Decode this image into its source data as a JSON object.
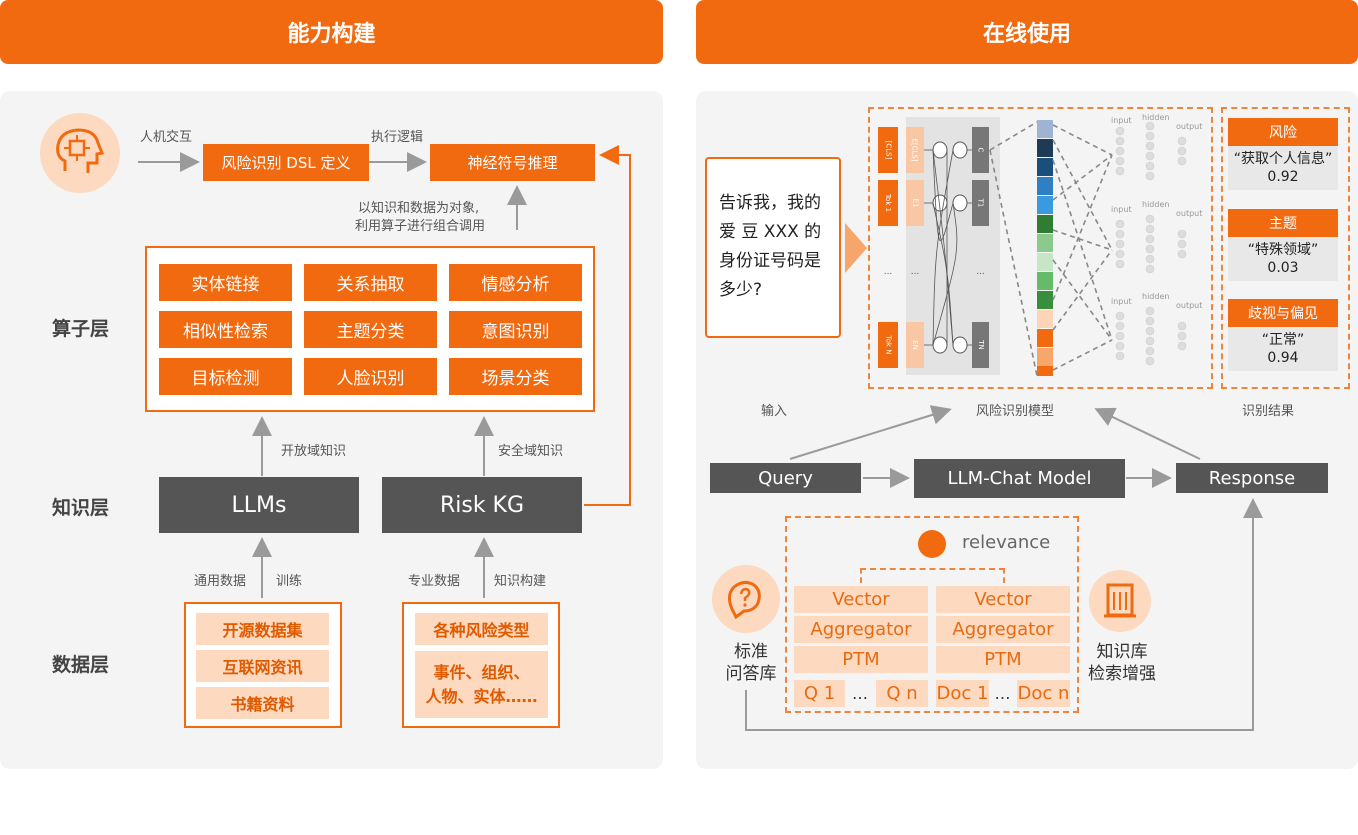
{
  "left": {
    "header": "能力构建",
    "top_flow": {
      "label_human": "人机交互",
      "box_dsl": "风险识别 DSL 定义",
      "label_exec": "执行逻辑",
      "box_neuro": "神经符号推理",
      "note_line1": "以知识和数据为对象,",
      "note_line2": "利用算子进行组合调用"
    },
    "layers": {
      "operator": "算子层",
      "knowledge": "知识层",
      "data": "数据层"
    },
    "operators": [
      "实体链接",
      "关系抽取",
      "情感分析",
      "相似性检索",
      "主题分类",
      "意图识别",
      "目标检测",
      "人脸识别",
      "场景分类"
    ],
    "knowledge": {
      "llms": "LLMs",
      "riskkg": "Risk KG",
      "open_domain": "开放域知识",
      "safe_domain": "安全域知识"
    },
    "data": {
      "general_data": "通用数据",
      "train": "训练",
      "pro_data": "专业数据",
      "kg_build": "知识构建",
      "left_items": [
        "开源数据集",
        "互联网资讯",
        "书籍资料"
      ],
      "right_item1": "各种风险类型",
      "right_item2_line1": "事件、组织、",
      "right_item2_line2": "人物、实体……"
    }
  },
  "right": {
    "header": "在线使用",
    "input_text": [
      "告诉我，我的",
      "爱 豆 XXX 的",
      "身份证号码是",
      "多少?"
    ],
    "label_input": "输入",
    "label_model": "风险识别模型",
    "label_result": "识别结果",
    "bert_tokens": [
      "[CLS]",
      "Tok 1",
      "...",
      "Tok N"
    ],
    "bert_emb": [
      "E[CLS]",
      "E1",
      "...",
      "EN"
    ],
    "bert_out": [
      "C",
      "T1",
      "...",
      "TN"
    ],
    "nn_labels": {
      "input": "input",
      "hidden": "hidden",
      "output": "output"
    },
    "results": [
      {
        "title": "风险",
        "value": "“获取个人信息”",
        "score": "0.92"
      },
      {
        "title": "主题",
        "value": "“特殊领域”",
        "score": "0.03"
      },
      {
        "title": "歧视与偏见",
        "value": "“正常”",
        "score": "0.94"
      }
    ],
    "pipeline": {
      "query": "Query",
      "model": "LLM-Chat Model",
      "response": "Response"
    },
    "relevance": "relevance",
    "rag_left": [
      "Vector",
      "Aggregator",
      "PTM"
    ],
    "rag_right": [
      "Vector",
      "Aggregator",
      "PTM"
    ],
    "q_items": [
      "Q 1",
      "…",
      "Q n"
    ],
    "doc_items": [
      "Doc 1",
      "…",
      "Doc n"
    ],
    "faq_line1": "标准",
    "faq_line2": "问答库",
    "kb_line1": "知识库",
    "kb_line2": "检索增强"
  },
  "colors": {
    "accent": "#f26a10",
    "dark": "#555555",
    "peach": "#fcd9bf",
    "panel": "#f4f4f4"
  }
}
